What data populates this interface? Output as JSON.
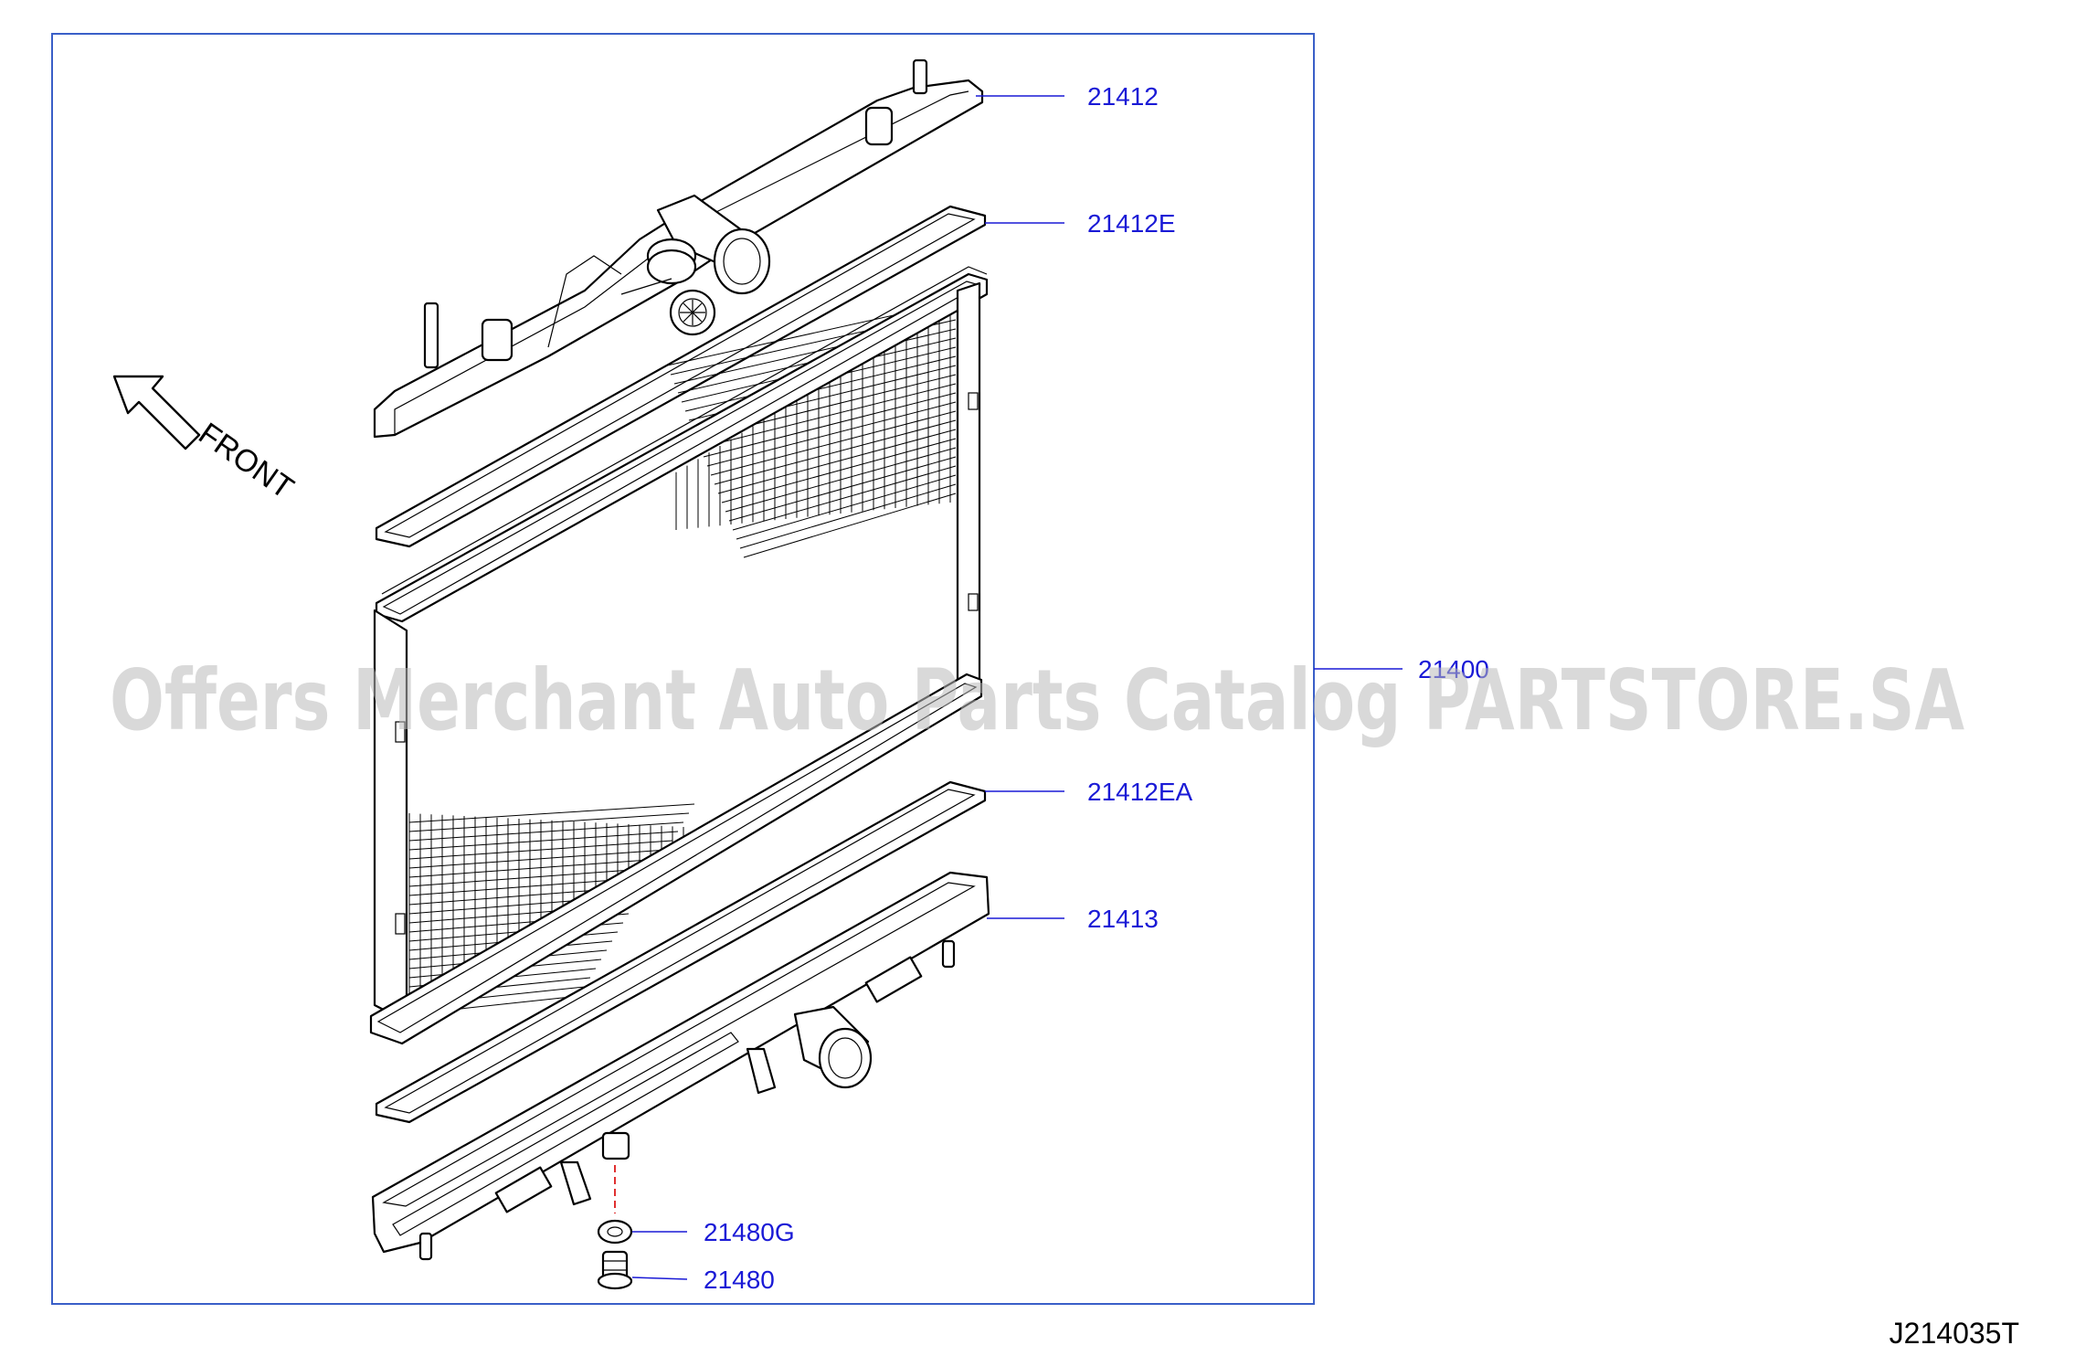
{
  "orientation_label": "FRONT",
  "diagram_code": "J214035T",
  "watermark": "Offers Merchant Auto Parts Catalog PARTSTORE.SA",
  "colors": {
    "frame": "#3a5fc8",
    "callout": "#1a1ad6",
    "drain_line": "#e03030",
    "watermark": "#b9b9b9"
  },
  "callouts": [
    {
      "part_number": "21412",
      "part": "upper-tank"
    },
    {
      "part_number": "21412E",
      "part": "upper-tank-gasket"
    },
    {
      "part_number": "21400",
      "part": "radiator-assembly"
    },
    {
      "part_number": "21412EA",
      "part": "lower-tank-gasket"
    },
    {
      "part_number": "21413",
      "part": "lower-tank"
    },
    {
      "part_number": "21480G",
      "part": "drain-plug-gasket"
    },
    {
      "part_number": "21480",
      "part": "drain-plug"
    }
  ]
}
